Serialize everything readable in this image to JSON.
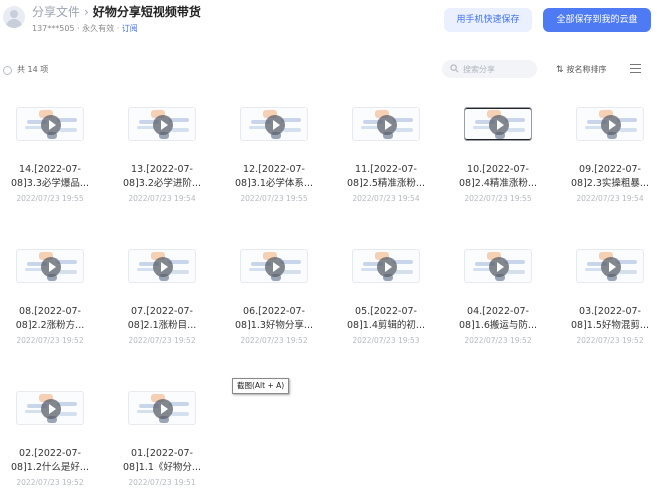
{
  "header": {
    "breadcrumb_root": "分享文件",
    "breadcrumb_sep": "›",
    "title": "好物分享短视频带货",
    "meta_prefix": "137***505 · 永久有效 · ",
    "subscribe": "订阅",
    "phone_save_button": "用手机快速保存",
    "save_all_button": "全部保存到我的云盘"
  },
  "toolbar": {
    "count": "共 14 项",
    "search_placeholder": "搜索分享",
    "sort_label": "按名称排序"
  },
  "files": [
    {
      "line1": "14.[2022-07-",
      "line2": "08]3.3必学爆品...",
      "date": "2022/07/23 19:55"
    },
    {
      "line1": "13.[2022-07-",
      "line2": "08]3.2必学进阶...",
      "date": "2022/07/23 19:54"
    },
    {
      "line1": "12.[2022-07-",
      "line2": "08]3.1必学体系...",
      "date": "2022/07/23 19:55"
    },
    {
      "line1": "11.[2022-07-",
      "line2": "08]2.5精准涨粉...",
      "date": "2022/07/23 19:54"
    },
    {
      "line1": "10.[2022-07-",
      "line2": "08]2.4精准涨粉...",
      "date": "2022/07/23 19:55"
    },
    {
      "line1": "09.[2022-07-",
      "line2": "08]2.3实操粗暴...",
      "date": "2022/07/23 19:54"
    },
    {
      "line1": "08.[2022-07-",
      "line2": "08]2.2涨粉方...",
      "date": "2022/07/23 19:52"
    },
    {
      "line1": "07.[2022-07-",
      "line2": "08]2.1涨粉目...",
      "date": "2022/07/23 19:52"
    },
    {
      "line1": "06.[2022-07-",
      "line2": "08]1.3好物分享...",
      "date": "2022/07/23 19:52"
    },
    {
      "line1": "05.[2022-07-",
      "line2": "08]1.4剪辑的初...",
      "date": "2022/07/23 19:53"
    },
    {
      "line1": "04.[2022-07-",
      "line2": "08]1.6搬运与防...",
      "date": "2022/07/23 19:52"
    },
    {
      "line1": "03.[2022-07-",
      "line2": "08]1.5好物混剪...",
      "date": "2022/07/23 19:52"
    },
    {
      "line1": "02.[2022-07-",
      "line2": "08]1.2什么是好...",
      "date": "2022/07/23 19:52"
    },
    {
      "line1": "01.[2022-07-",
      "line2": "08]1.1《好物分...",
      "date": "2022/07/23 19:51"
    }
  ],
  "tooltip": "截图(Alt + A)",
  "colors": {
    "accent": "#4e7bf4",
    "accent_light": "#eaf0ff",
    "date_text": "#b5bac2"
  }
}
